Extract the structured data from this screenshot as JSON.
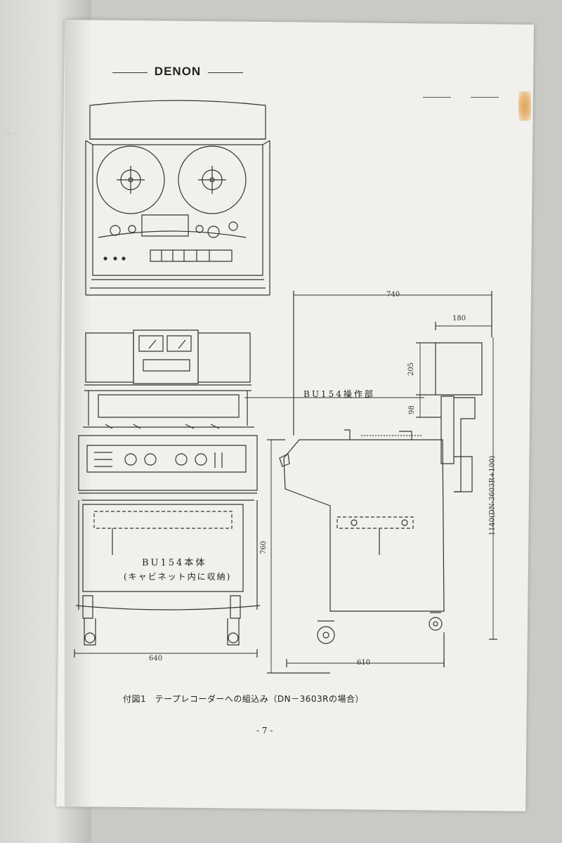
{
  "brand": "DENON",
  "labels": {
    "operation_unit": "BU154操作部",
    "main_unit": "BU154本体",
    "main_unit_note": "(キャビネット内に収納)"
  },
  "dimensions": {
    "width_740": "740",
    "width_180": "180",
    "height_205": "205",
    "height_98": "98",
    "height_760": "760",
    "height_1140": "1140(DN-3603R+100)",
    "width_640": "640",
    "width_610": "610"
  },
  "caption": "付図1　テープレコーダーへの組込み（DN－3603Rの場合）",
  "page_number": "- 7 -"
}
